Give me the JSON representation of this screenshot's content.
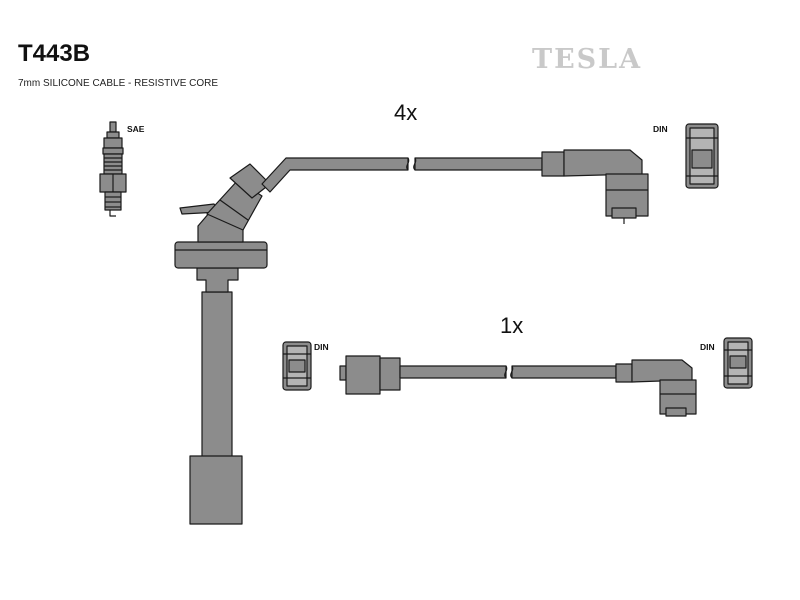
{
  "header": {
    "part_number": "T443B",
    "description": "7mm SILICONE CABLE - RESISTIVE CORE",
    "brand": "TESLA"
  },
  "labels": {
    "qty_long": "4x",
    "qty_short": "1x",
    "plug_standard": "SAE",
    "din_top": "DIN",
    "din_left": "DIN",
    "din_right": "DIN"
  },
  "colors": {
    "part_fill": "#8c8c8c",
    "part_stroke": "#1a1a1a",
    "brand_color": "#c9c9c9"
  }
}
